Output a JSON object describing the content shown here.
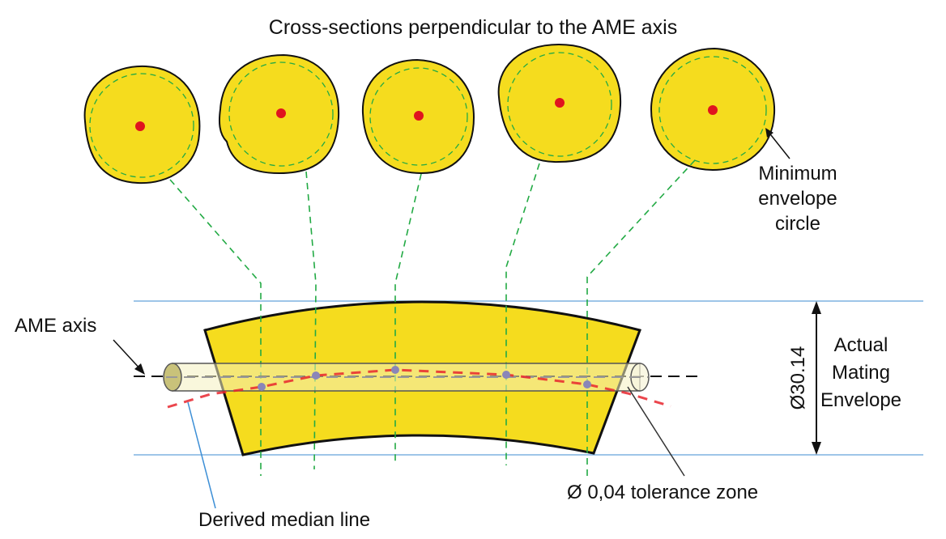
{
  "title": "Cross-sections perpendicular to the AME axis",
  "labels": {
    "min_envelope": [
      "Minimum",
      "envelope",
      "circle"
    ],
    "ame_axis": "AME axis",
    "dimension": "Ø30.14",
    "actual_mating_envelope": [
      "Actual",
      "Mating",
      "Envelope"
    ],
    "tolerance_zone": "Ø 0,04 tolerance zone",
    "derived_median_line": "Derived median line"
  },
  "colors": {
    "section_fill": "#f5dc1e",
    "center_dot": "#e0141e",
    "leader_green": "#22aa44",
    "envelope_line": "#7fb2e0",
    "median_line": "#e8262e",
    "median_point": "#8a86b8"
  }
}
